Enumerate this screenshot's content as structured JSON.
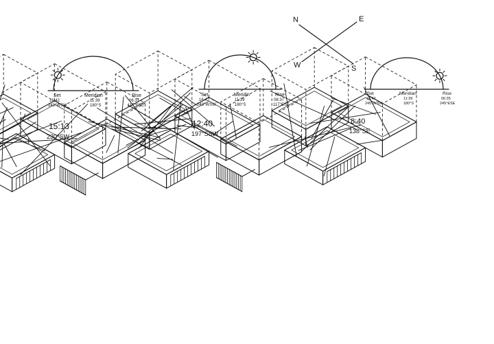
{
  "compass": {
    "n": "N",
    "e": "E",
    "s": "S",
    "w": "W"
  },
  "panels": [
    {
      "sun_path": {
        "set_label": "Set",
        "set_time": "16:42",
        "set_dir": "243°WSW",
        "meridian_label": "Meridian",
        "meridian_time": "11:39",
        "meridian_dir": "180°S",
        "rise_label": "Rise",
        "rise_time": "06:37",
        "rise_dir": "117°ESE",
        "sun_position": 0.15
      },
      "time": "15:13",
      "bearing": "230°SW"
    },
    {
      "sun_path": {
        "set_label": "Set",
        "set_time": "16:42",
        "set_dir": "243°WSW",
        "meridian_label": "Meridin",
        "meridian_time": "11:39",
        "meridian_dir": "180°S",
        "rise_label": "Rise",
        "rise_time": "06:37",
        "rise_dir": "117°ESE",
        "sun_position": 0.62
      },
      "time": "12:40",
      "bearing": "197°SSW"
    },
    {
      "sun_path": {
        "set_label": "Set",
        "set_time": "16:42",
        "set_dir": "245°WSW",
        "meridian_label": "Meridian",
        "meridian_time": "11:39",
        "meridian_dir": "180°S",
        "rise_label": "Rise",
        "rise_time": "06:35",
        "rise_dir": "245°ESE",
        "sun_position": 0.86
      },
      "time": "8:40",
      "bearing": "138°SE"
    }
  ]
}
